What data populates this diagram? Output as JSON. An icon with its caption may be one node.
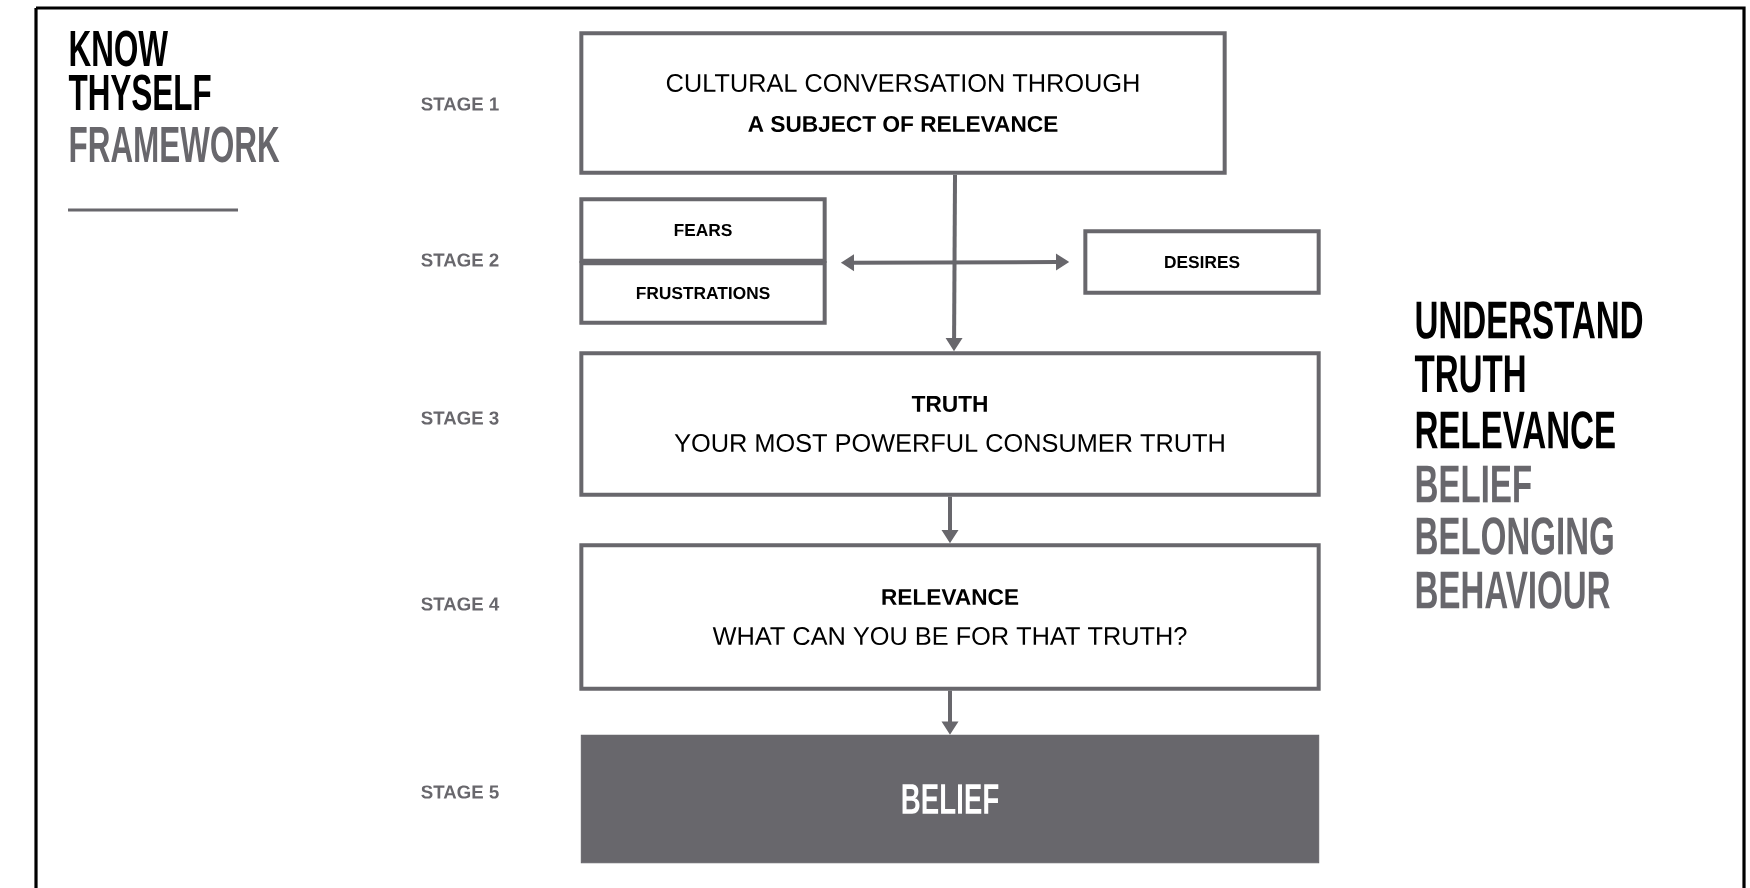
{
  "diagram": {
    "title": "KNOW THYSELF",
    "nodes": [
      {
        "text": [
          "CULTURAL CONVERSATION THROUGH",
          "A SUBJECT OF RELEVANCE"
        ]
      },
      {
        "text": [
          "FEARS"
        ]
      },
      {
        "text": [
          "FRUSTRATIONS"
        ]
      },
      {
        "text": [
          "DESIRES"
        ]
      },
      {
        "text": [
          "TRUTH",
          "YOUR MOST POWERFUL CONSUMER TRUTH"
        ]
      },
      {
        "text": [
          "RELEVANCE",
          "WHAT CAN YOU BE FOR THAT TRUTH?"
        ]
      },
      {
        "text": [
          "BELIEF"
        ]
      }
    ],
    "edges": [
      {
        "from": 0,
        "to": 4,
        "arrow": "to"
      },
      {
        "from": 1,
        "to": 3,
        "arrow": "both"
      },
      {
        "from": 4,
        "to": 5,
        "arrow": "to"
      },
      {
        "from": 5,
        "to": 6,
        "arrow": "to"
      }
    ],
    "labels": [
      "FRAMEWORK",
      "STAGE 1",
      "STAGE 2",
      "STAGE 3",
      "STAGE 4",
      "STAGE 5",
      "UNDERSTAND",
      "TRUTH",
      "RELEVANCE",
      "BELIEF",
      "BELONGING",
      "BEHAVIOUR"
    ]
  }
}
